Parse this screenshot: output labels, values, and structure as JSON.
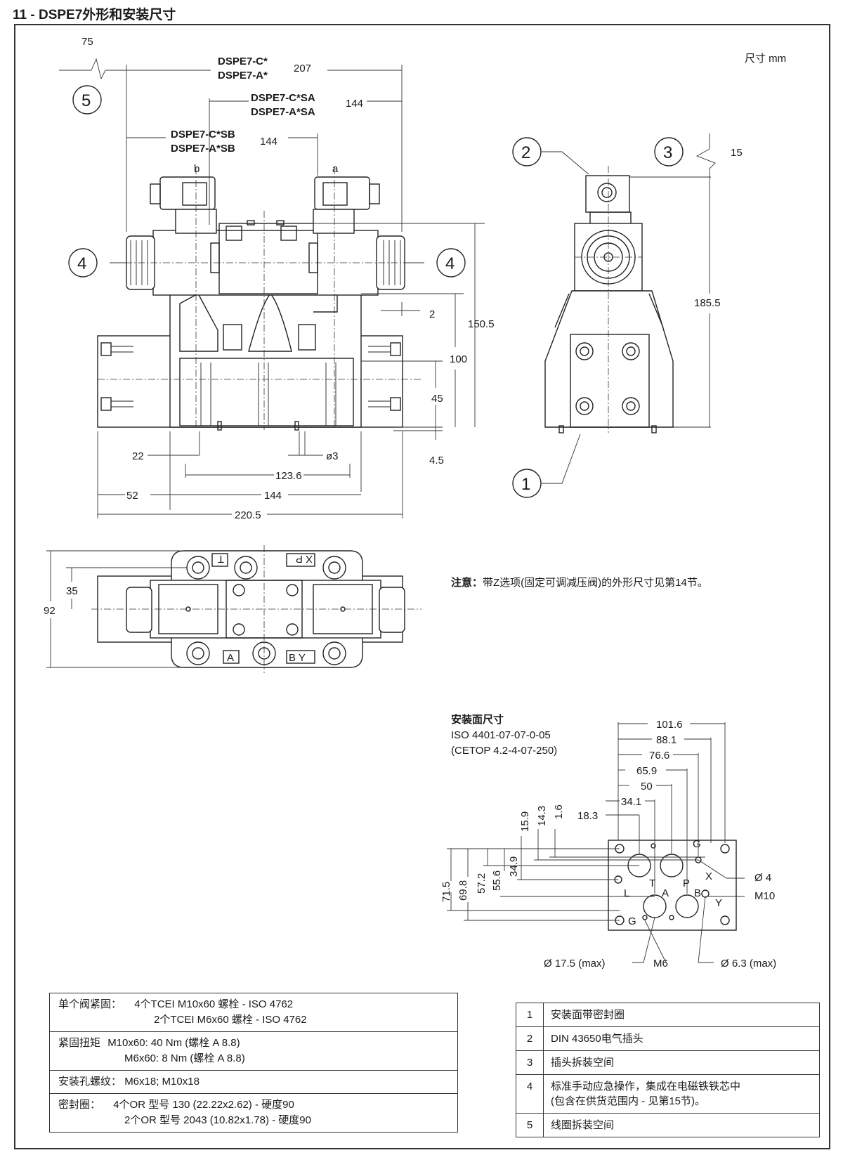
{
  "header": {
    "title": "11 - DSPE7外形和安装尺寸"
  },
  "front": {
    "m_75": "75",
    "m_207": "207",
    "m_144a": "144",
    "m_144b": "144",
    "m_2": "2",
    "m_150_5": "150.5",
    "m_100": "100",
    "m_45": "45",
    "m_4_5": "4.5",
    "m_22": "22",
    "m_d3": "ø3",
    "m_123_6": "123.6",
    "m_52": "52",
    "m_144c": "144",
    "m_220_5": "220.5",
    "lbl_c": "DSPE7-C*",
    "lbl_a": "DSPE7-A*",
    "lbl_csa": "DSPE7-C*SA",
    "lbl_asa": "DSPE7-A*SA",
    "lbl_csb": "DSPE7-C*SB",
    "lbl_asb": "DSPE7-A*SB",
    "sol_b": "b",
    "sol_a": "a"
  },
  "units": "尺寸 mm",
  "side": {
    "m_15": "15",
    "m_185_5": "185.5"
  },
  "top": {
    "m_35": "35",
    "m_92": "92",
    "port_t": "T",
    "port_xp": "X P",
    "port_a": "A",
    "port_by": "B Y"
  },
  "callouts": [
    "1",
    "2",
    "3",
    "4",
    "4",
    "5"
  ],
  "note": {
    "label": "注意：",
    "text": "带Z选项(固定可调减压阀)的外形尺寸见第14节。"
  },
  "mounting": {
    "title": "安装面尺寸",
    "std1": "ISO 4401-07-07-0-05",
    "std2": "(CETOP 4.2-4-07-250)",
    "h_dims": [
      "101.6",
      "88.1",
      "76.6",
      "65.9",
      "50",
      "34.1",
      "18.3"
    ],
    "v_dims": [
      "15.9",
      "14.3",
      "1.6",
      "34.9",
      "55.6",
      "57.2",
      "69.8",
      "71.5"
    ],
    "ports": {
      "G": "G",
      "T": "T",
      "P": "P",
      "X": "X",
      "L": "L",
      "A": "A",
      "B": "B",
      "Y": "Y",
      "G2": "G"
    },
    "d4": "Ø 4",
    "m10": "M10",
    "d17": "Ø 17.5 (max)",
    "m6": "M6",
    "d63": "Ø 6.3 (max)"
  },
  "left_table": [
    {
      "head": "单个阀紧固：",
      "l1": "4个TCEI M10x60 螺栓 - ISO 4762",
      "l2": "2个TCEI M6x60 螺栓 - ISO 4762"
    },
    {
      "head": "紧固扭矩",
      "l1": "M10x60: 40 Nm (螺栓 A 8.8)",
      "l2": "M6x60: 8 Nm (螺栓 A 8.8)"
    },
    {
      "head": "安装孔螺纹：",
      "l1": "M6x18; M10x18",
      "l2": ""
    },
    {
      "head": "密封圈：",
      "l1": "4个OR 型号 130 (22.22x2.62) - 硬度90",
      "l2": "2个OR 型号 2043 (10.82x1.78) - 硬度90"
    }
  ],
  "right_table": [
    {
      "n": "1",
      "text": "安装面带密封圈"
    },
    {
      "n": "2",
      "text": "DIN 43650电气插头"
    },
    {
      "n": "3",
      "text": "插头拆装空间"
    },
    {
      "n": "4",
      "text": "标准手动应急操作，集成在电磁铁铁芯中",
      "text2": "(包含在供货范围内 - 见第15节)。"
    },
    {
      "n": "5",
      "text": "线圈拆装空间"
    }
  ]
}
